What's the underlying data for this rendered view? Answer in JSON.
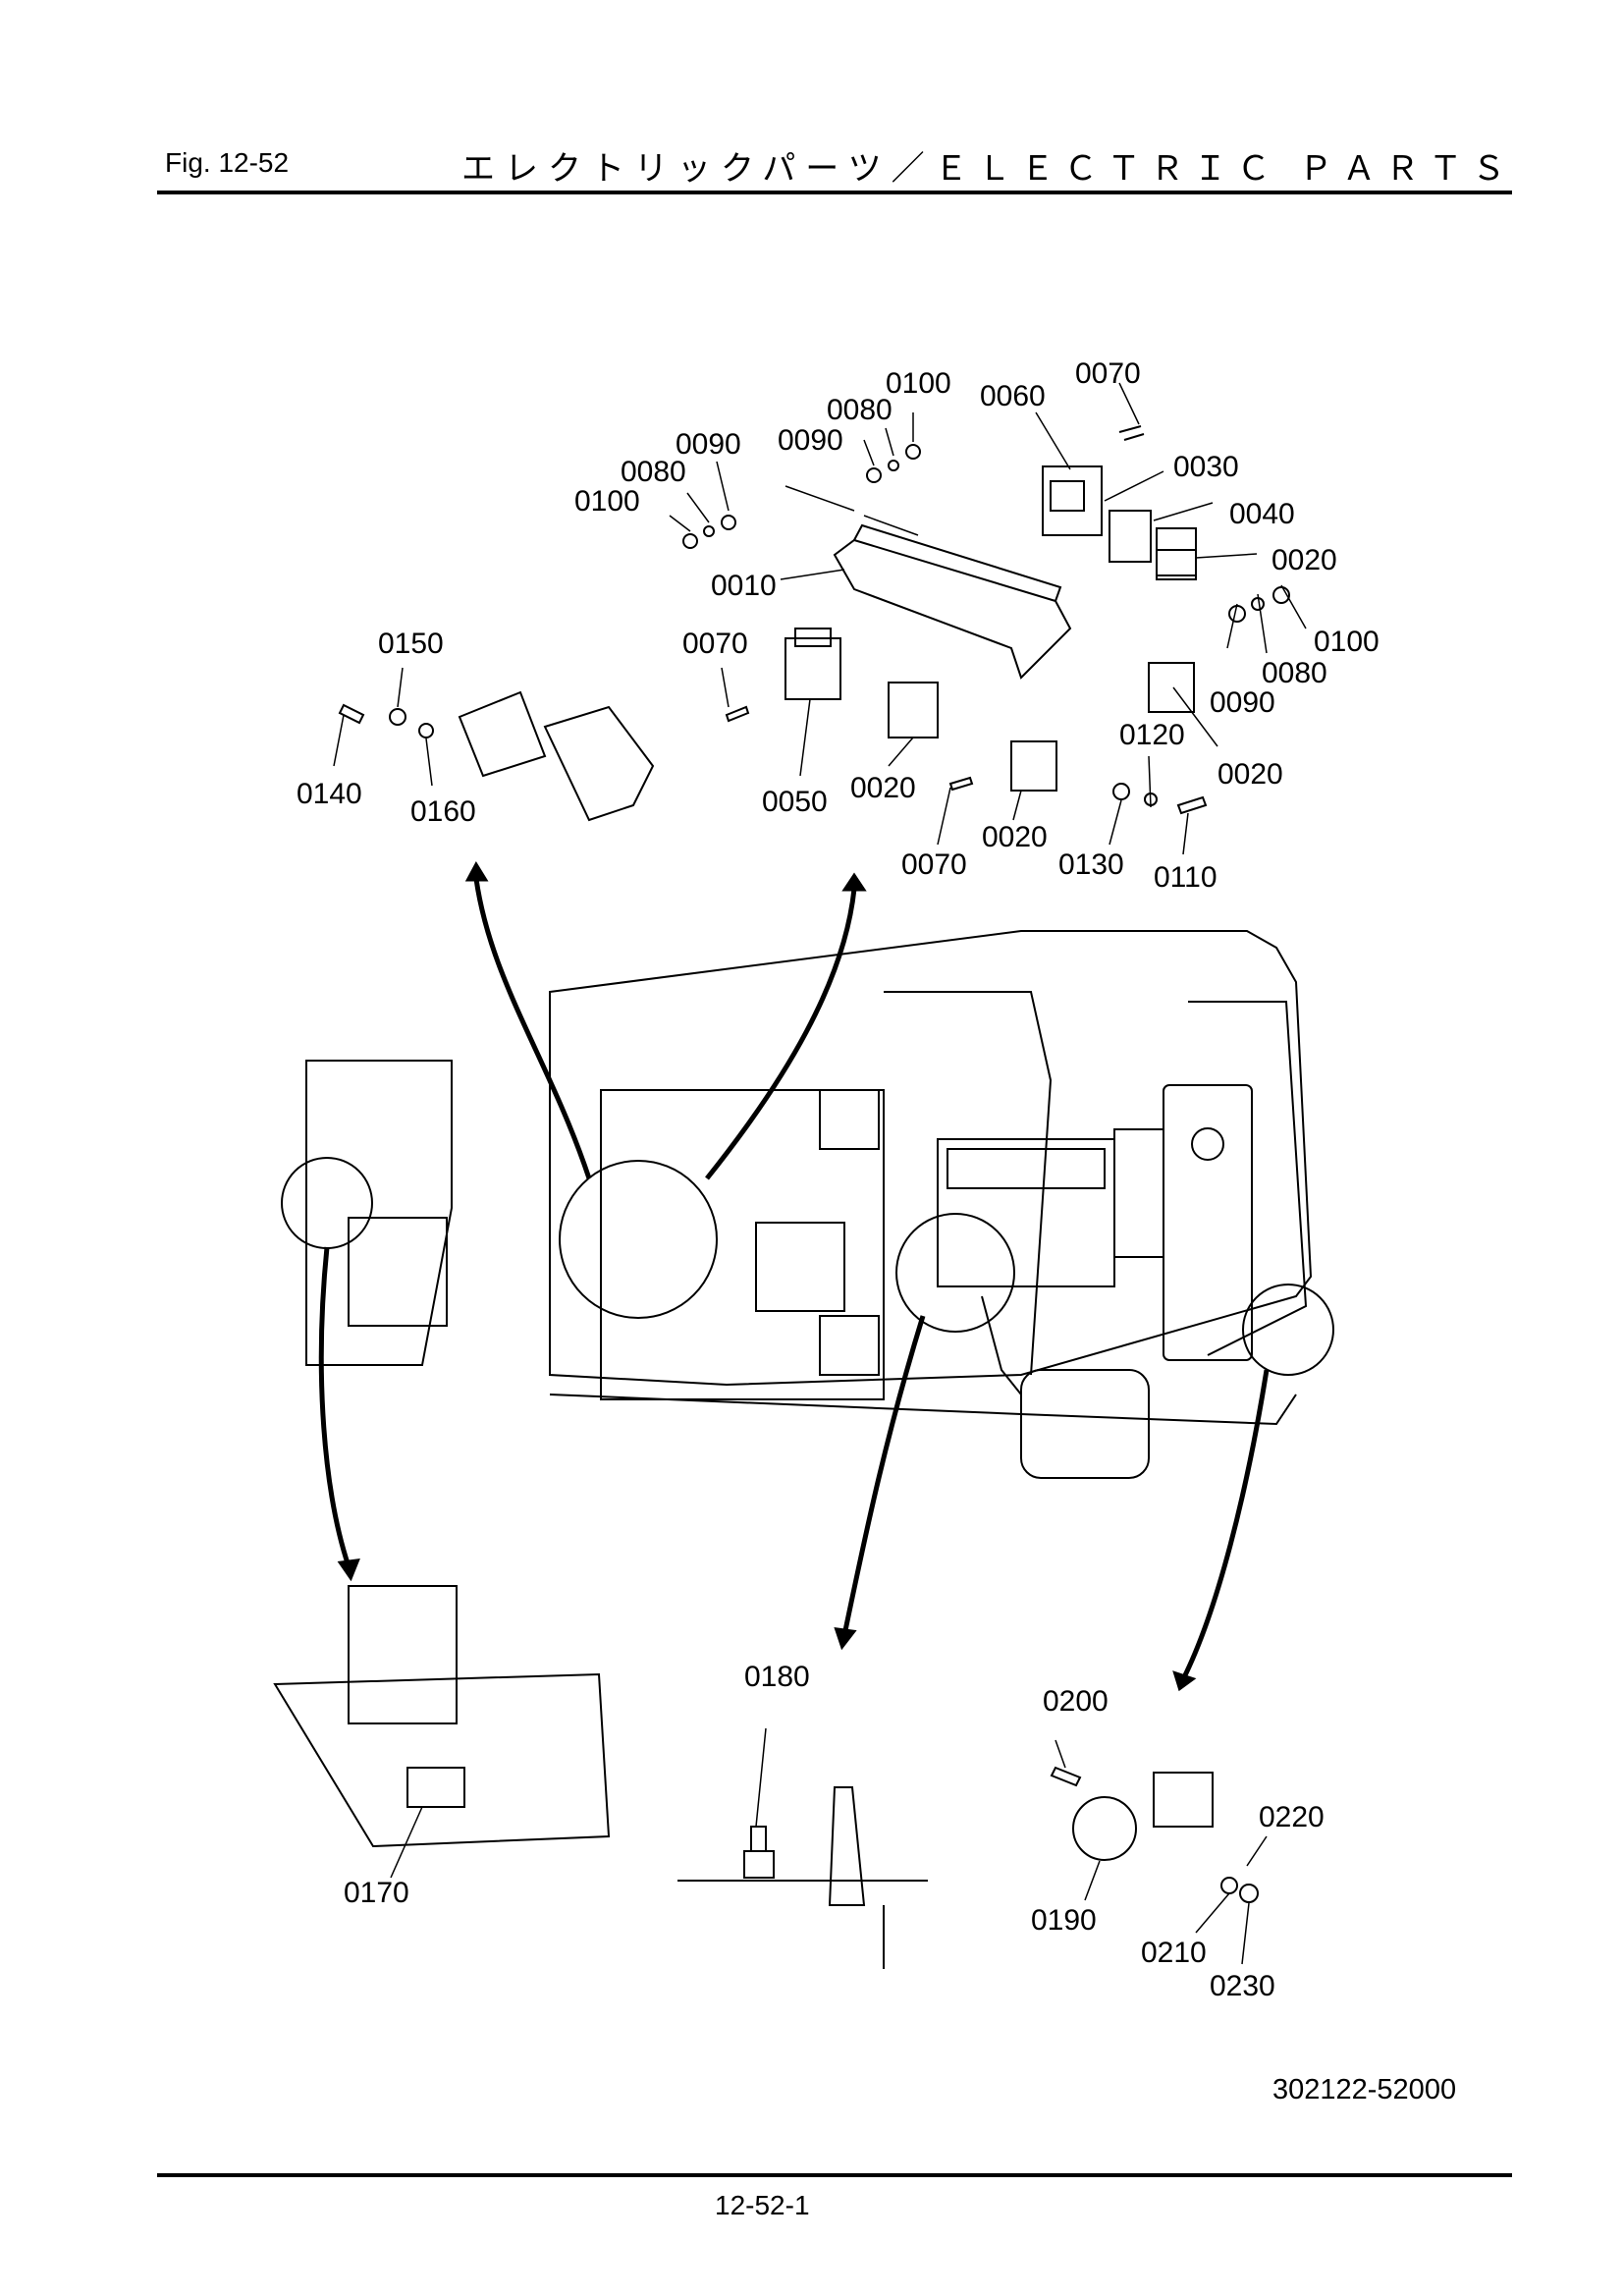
{
  "header": {
    "fig_label": "Fig.  12-52",
    "title": "エレクトリックパーツ／ＥＬＥＣＴＲＩＣ ＰＡＲＴＳ"
  },
  "callouts": {
    "c0100_a": "0100",
    "c0080_a": "0080",
    "c0090_a": "0090",
    "c0090_b": "0090",
    "c0080_b": "0080",
    "c0100_b": "0100",
    "c0060": "0060",
    "c0070_a": "0070",
    "c0030": "0030",
    "c0040": "0040",
    "c0020_a": "0020",
    "c0010": "0010",
    "c0100_c": "0100",
    "c0080_c": "0080",
    "c0090_c": "0090",
    "c0020_b": "0020",
    "c0070_b": "0070",
    "c0050": "0050",
    "c0020_c": "0020",
    "c0120": "0120",
    "c0020_d": "0020",
    "c0070_c": "0070",
    "c0130": "0130",
    "c0110": "0110",
    "c0150": "0150",
    "c0140": "0140",
    "c0160": "0160",
    "c0170": "0170",
    "c0180": "0180",
    "c0200": "0200",
    "c0220": "0220",
    "c0190": "0190",
    "c0210": "0210",
    "c0230": "0230"
  },
  "footer": {
    "drawing_number": "302122-52000",
    "page_number": "12-52-1"
  }
}
